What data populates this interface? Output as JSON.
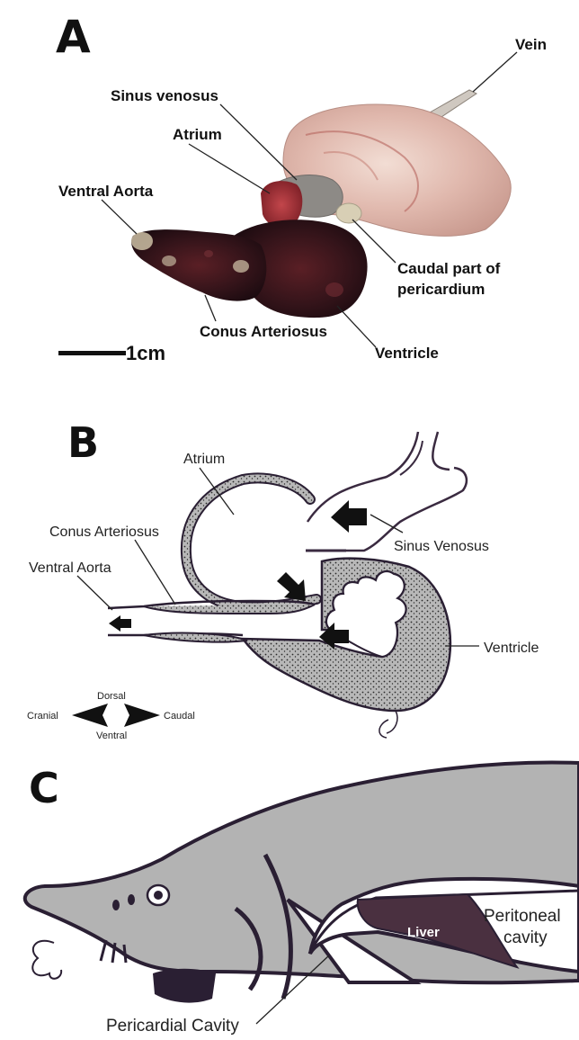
{
  "panel_a": {
    "letter": "A",
    "labels": {
      "vein": "Vein",
      "sinus_venosus": "Sinus venosus",
      "atrium": "Atrium",
      "ventral_aorta": "Ventral Aorta",
      "caudal_line1": "Caudal part of",
      "caudal_line2": "pericardium",
      "conus_arteriosus": "Conus Arteriosus",
      "ventricle": "Ventricle"
    },
    "scale_bar": "1cm"
  },
  "panel_b": {
    "letter": "B",
    "labels": {
      "atrium": "Atrium",
      "conus_arteriosus": "Conus Arteriosus",
      "ventral_aorta": "Ventral Aorta",
      "sinus_venosus": "Sinus Venosus",
      "ventricle": "Ventricle"
    },
    "compass": {
      "dorsal": "Dorsal",
      "ventral": "Ventral",
      "cranial": "Cranial",
      "caudal": "Caudal"
    }
  },
  "panel_c": {
    "letter": "C",
    "labels": {
      "liver": "Liver",
      "peritoneal_line1": "Peritoneal",
      "peritoneal_line2": "cavity",
      "pericardial_cavity": "Pericardial Cavity"
    }
  },
  "colors": {
    "tissue_dark": "#3a1418",
    "tissue_pale": "#e7c7bc",
    "schematic_fill": "#b5b5b5",
    "body_fill": "#b3b3b3",
    "outline": "#2a1f33",
    "liver": "#4a3040"
  }
}
